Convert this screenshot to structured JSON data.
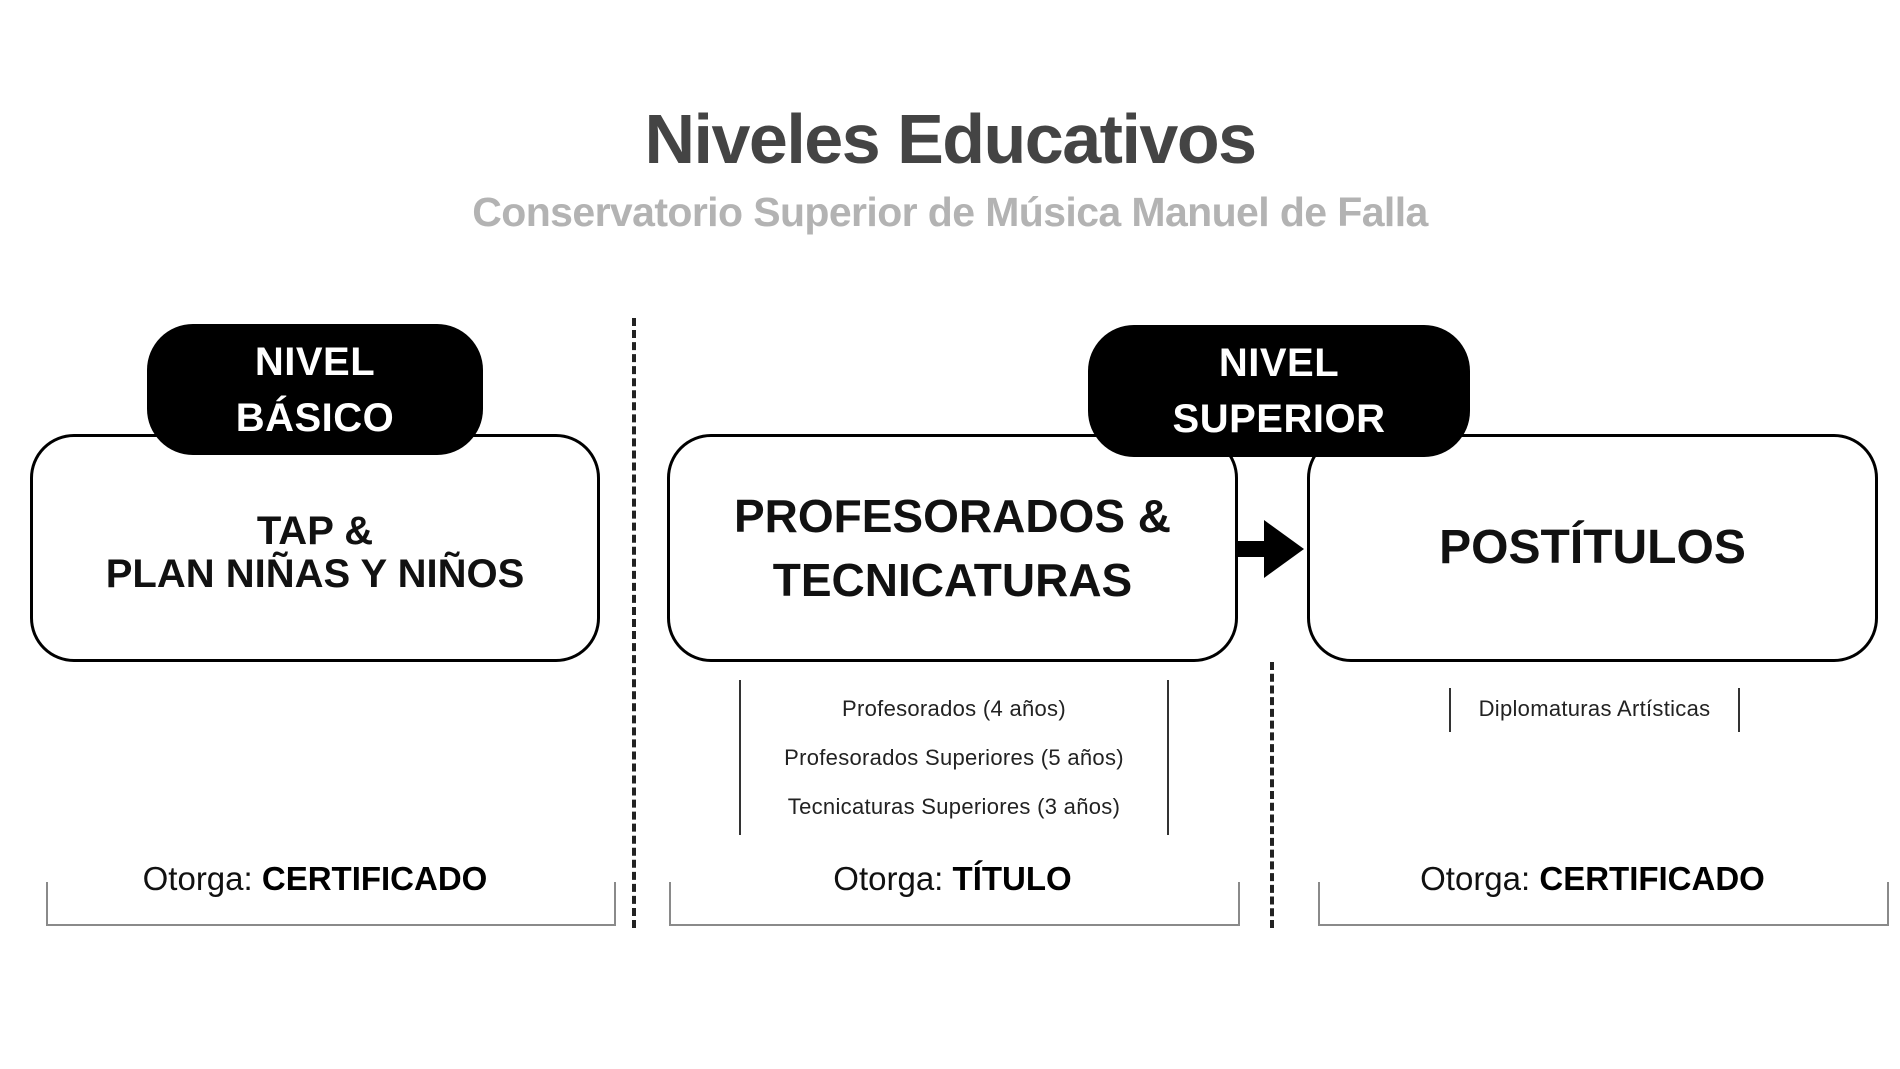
{
  "header": {
    "title": "Niveles Educativos",
    "subtitle": "Conservatorio Superior de Música Manuel de Falla"
  },
  "basic": {
    "badge": "NIVEL\nBÁSICO",
    "box": "TAP &\nPLAN NIÑAS Y NIÑOS",
    "grant_prefix": "Otorga: ",
    "grant_value": "CERTIFICADO"
  },
  "superior": {
    "badge": "NIVEL\nSUPERIOR",
    "profesorados": {
      "box": "PROFESORADOS &\nTECNICATURAS",
      "items": [
        "Profesorados (4 años)",
        "Profesorados Superiores (5 años)",
        "Tecnicaturas Superiores (3 años)"
      ],
      "grant_prefix": "Otorga: ",
      "grant_value": "TÍTULO"
    },
    "postitulos": {
      "box": "POSTÍTULOS",
      "items": [
        "Diplomaturas Artísticas"
      ],
      "grant_prefix": "Otorga: ",
      "grant_value": "CERTIFICADO"
    }
  }
}
